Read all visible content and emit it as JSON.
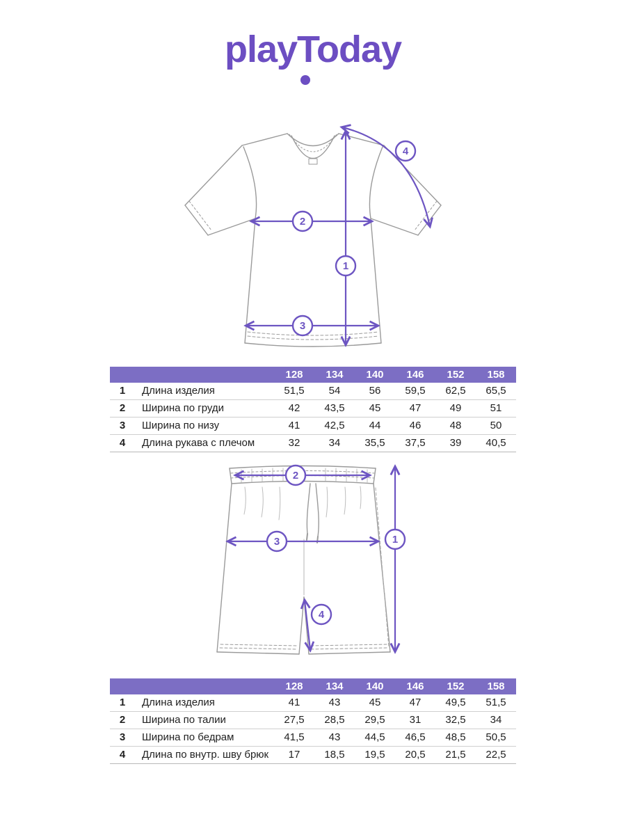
{
  "logo": {
    "text": "playToday"
  },
  "colors": {
    "purple_logo": "#6C4EC2",
    "purple_table_header": "#7C6EC4",
    "purple_arrows": "#6D55C2",
    "drawing_gray": "#9a9a9a",
    "table_line": "#cfcfcf",
    "text": "#222222"
  },
  "markers": {
    "m1": "1",
    "m2": "2",
    "m3": "3",
    "m4": "4"
  },
  "chart_data": [
    {
      "type": "table",
      "columns": [
        "",
        "",
        "128",
        "134",
        "140",
        "146",
        "152",
        "158"
      ],
      "rows": [
        [
          "1",
          "Длина изделия",
          "51,5",
          "54",
          "56",
          "59,5",
          "62,5",
          "65,5"
        ],
        [
          "2",
          "Ширина по груди",
          "42",
          "43,5",
          "45",
          "47",
          "49",
          "51"
        ],
        [
          "3",
          "Ширина по низу",
          "41",
          "42,5",
          "44",
          "46",
          "48",
          "50"
        ],
        [
          "4",
          "Длина рукава с плечом",
          "32",
          "34",
          "35,5",
          "37,5",
          "39",
          "40,5"
        ]
      ]
    },
    {
      "type": "table",
      "columns": [
        "",
        "",
        "128",
        "134",
        "140",
        "146",
        "152",
        "158"
      ],
      "rows": [
        [
          "1",
          "Длина изделия",
          "41",
          "43",
          "45",
          "47",
          "49,5",
          "51,5"
        ],
        [
          "2",
          "Ширина по талии",
          "27,5",
          "28,5",
          "29,5",
          "31",
          "32,5",
          "34"
        ],
        [
          "3",
          "Ширина по бедрам",
          "41,5",
          "43",
          "44,5",
          "46,5",
          "48,5",
          "50,5"
        ],
        [
          "4",
          "Длина по внутр. шву брюк",
          "17",
          "18,5",
          "19,5",
          "20,5",
          "21,5",
          "22,5"
        ]
      ]
    }
  ]
}
